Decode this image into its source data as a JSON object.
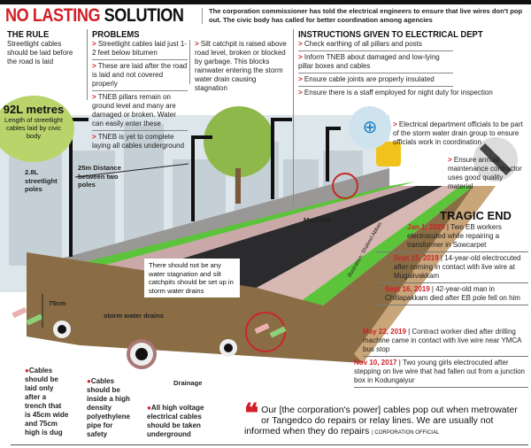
{
  "header": {
    "title_red": "NO LASTING",
    "title_black": "SOLUTION",
    "subtitle": "The corporation commissioner has told the electrical engineers to ensure that live wires don't pop out. The civic body has called for better coordination among agencies"
  },
  "rule": {
    "heading": "THE RULE",
    "text": "Streetlight cables should be laid before the road is laid"
  },
  "stat_circle": {
    "value": "92L metres",
    "caption": "Length of streetlight cables laid by civic body"
  },
  "problems": {
    "heading": "PROBLEMS",
    "items": [
      "Streetlight cables laid just 1-2 feet below bitumen",
      "These are laid after the road is laid and not covered properly",
      "TNEB pillars remain on ground level and many are damaged or broken. Water can easily enter these",
      "TNEB is yet to complete laying all cables underground",
      "Silt catchpit is raised above road level, broken or blocked by garbage. This blocks rainwater entering the storm water drain causing stagnation"
    ]
  },
  "instructions": {
    "heading": "INSTRUCTIONS GIVEN TO ELECTRICAL DEPT",
    "items": [
      "Check earthing of all pillars and posts",
      "Inform TNEB about damaged and low-lying pillar boxes and cables",
      "Ensure cable joints are properly insulated",
      "Ensure there is a staff employed for night duty for inspection",
      "Electrical department officials to be part of the storm water drain group to ensure officials work in coordination",
      "Ensure annual maintenance contractor uses good quality material"
    ]
  },
  "illustration_labels": {
    "poles": "2.8L streetlight poles",
    "distance": "25m Distance between two poles",
    "manhole": "Manhole",
    "depth": "75cm",
    "storm_drains": "storm water drains",
    "drainage": "Drainage",
    "callout": "There should not be any water stagnation and silt catchpits should be set up in storm water drains",
    "credit": "Illustration: Shakeel Abbas",
    "notes": [
      "Cables should be laid only after a trench that is 45cm wide and 75cm high is dug",
      "Cables should be inside a high density polyethylene pipe for safety",
      "All high voltage electrical cables should be taken underground"
    ]
  },
  "tragic_end": {
    "heading": "TRAGIC END",
    "events": [
      {
        "date": "Jan 1, 2020",
        "text": "Two EB workers electrocuted while repairing a transformer in Sowcarpet"
      },
      {
        "date": "Sept 15, 2019",
        "text": "14-year-old electrocuted after coming in contact with live wire at Mugalivakkam"
      },
      {
        "date": "Sept 16, 2019",
        "text": "42-year-old man in Chitlapakkam died after EB pole fell on him"
      },
      {
        "date": "May 22, 2019",
        "text": "Contract worker died after drilling machine came in contact with live wire near YMCA bus stop"
      },
      {
        "date": "Nov 10, 2017",
        "text": "Two young girls electrocuted after stepping on live wire that had fallen out from a junction box in Kodungaiyur"
      }
    ]
  },
  "quote": {
    "text": "Our [the corporation's power] cables pop out when metrowater or Tangedco do repairs or relay lines. We are usually not informed when they do repairs",
    "attribution": "CORPORATION OFFICIAL"
  },
  "colors": {
    "accent_red": "#d21f26",
    "grass": "#5cc43a",
    "road": "#2b2b2e",
    "soil": "#8a6d45",
    "circle": "#b9d46b"
  }
}
